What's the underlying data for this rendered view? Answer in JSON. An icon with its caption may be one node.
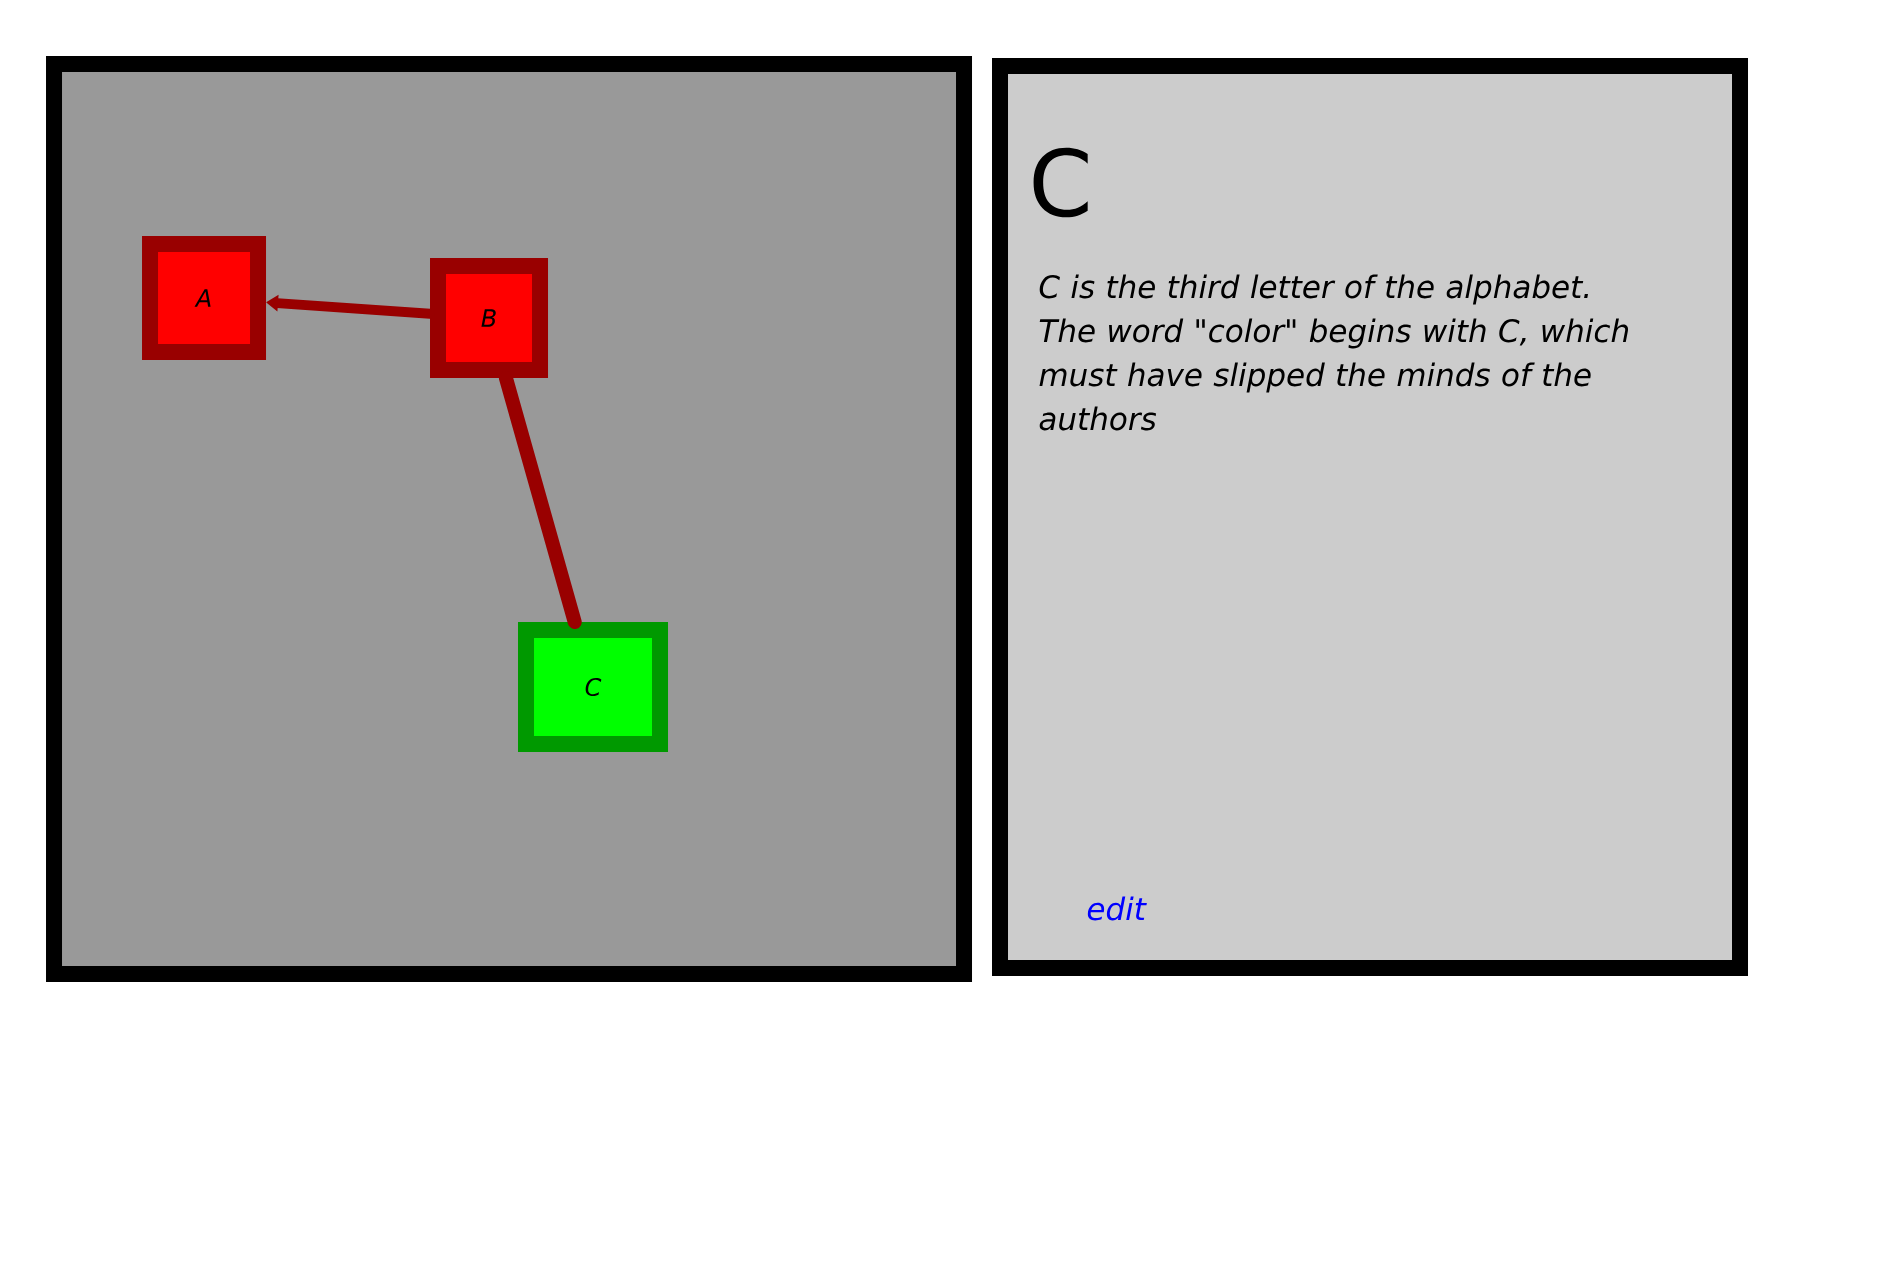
{
  "diagram": {
    "nodes": [
      {
        "text": [],
        "shape": "box"
      },
      {
        "text": [
          "A"
        ],
        "in": 0
      },
      {
        "text": [
          "B"
        ],
        "in": 0
      },
      {
        "text": [
          "C"
        ],
        "in": 0
      },
      {
        "text": [
          "C",
          "C is the third letter of the alphabet. The word \"color\" begins with C, which must have slipped the minds of the authors",
          "edit"
        ]
      }
    ],
    "edges": [
      {
        "from": 2,
        "to": 1,
        "arrow": "to"
      },
      {
        "from": 2,
        "to": 3,
        "arrow": "none"
      }
    ]
  }
}
